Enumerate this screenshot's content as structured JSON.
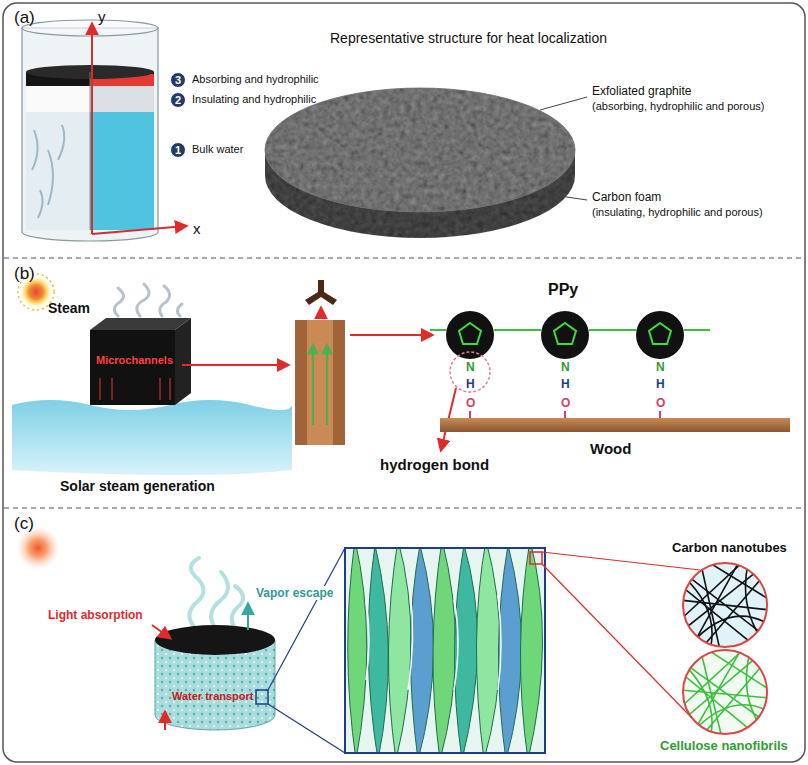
{
  "diagram": {
    "nodes": [
      {
        "text": [
          "(a)"
        ]
      },
      {
        "text": [
          "3"
        ],
        "in": 0
      },
      {
        "text": [
          "2"
        ],
        "in": 0
      },
      {
        "text": [
          "1"
        ],
        "in": 0
      },
      {
        "text": [
          "(b)"
        ]
      },
      {
        "text": [
          "(c)"
        ]
      }
    ],
    "labels": [
      "y",
      "x",
      "Absorbing and hydrophilic",
      "Insulating and hydrophilic",
      "Bulk water",
      "Representative structure for heat localization",
      "Exfoliated graphite",
      "(absorbing, hydrophilic and porous)",
      "Carbon foam",
      "(insulating, hydrophilic and porous)",
      "Steam",
      "Microchannels",
      "Solar steam generation",
      "PPy",
      "N",
      "H",
      "O",
      "N",
      "H",
      "O",
      "N",
      "H",
      "O",
      "hydrogen bond",
      "Wood",
      "Light absorption",
      "Vapor escape",
      "Water transport",
      "Carbon nanotubes",
      "Cellulose nanofibrils"
    ]
  }
}
